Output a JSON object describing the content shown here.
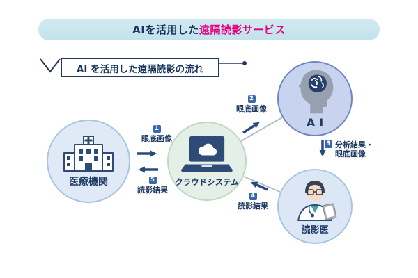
{
  "banner": {
    "title_prefix": "AIを活用した",
    "title_highlight": "遠隔読影サービス"
  },
  "heading": {
    "text": "AI を活用した遠隔読影の流れ"
  },
  "nodes": {
    "hospital": {
      "label": "医療機関"
    },
    "cloud": {
      "label": "クラウドシステム"
    },
    "ai": {
      "label": "AI"
    },
    "doctor": {
      "label": "読影医"
    }
  },
  "flows": {
    "f1": {
      "step": "1",
      "label": "眼底画像",
      "from": "医療機関",
      "to": "クラウドシステム"
    },
    "f2": {
      "step": "2",
      "label": "眼底画像",
      "from": "クラウドシステム",
      "to": "AI"
    },
    "f3": {
      "step": "3",
      "label": "分析結果・\n眼底画像",
      "from": "AI",
      "to": "読影医"
    },
    "f4": {
      "step": "4",
      "label": "読影結果",
      "from": "読影医",
      "to": "クラウドシステム"
    },
    "f5": {
      "step": "5",
      "label": "読影結果",
      "from": "クラウドシステム",
      "to": "医療機関"
    }
  },
  "colors": {
    "banner_bg": "#c9e5ee",
    "navy": "#1f3a63",
    "pink": "#e4017f",
    "badge_bg": "#3b68ad",
    "hospital_fill": "#dfeaf6",
    "cloud_fill": "#e3efe7",
    "ai_fill": "#c8d4ef",
    "ai_border": "#6e87be",
    "doctor_fill": "#dbe7f5",
    "arrow": "#2a4a7b",
    "connector": "#b6bfc9"
  }
}
